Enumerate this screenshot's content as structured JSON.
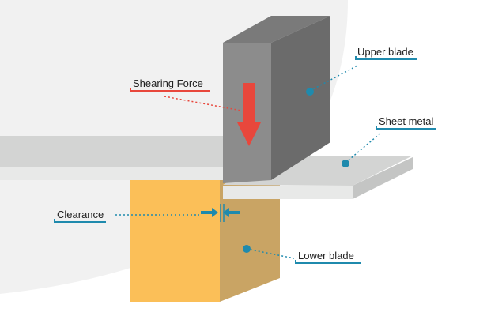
{
  "labels": {
    "shearing_force": "Shearing Force",
    "upper_blade": "Upper blade",
    "sheet_metal": "Sheet metal",
    "clearance": "Clearance",
    "lower_blade": "Lower blade"
  },
  "colors": {
    "accent_red": "#e8473c",
    "accent_blue": "#1f8aad",
    "upper_blade_front": "#8c8c8c",
    "upper_blade_side": "#6b6b6b",
    "upper_blade_top": "#7a7a7a",
    "sheet_top": "#d3d4d3",
    "sheet_front": "#e8e9e8",
    "lower_blade_front": "#fbbf58",
    "lower_blade_side": "#c9a464",
    "background_curve": "#f1f1f1"
  },
  "icons": [
    "force-arrow-icon",
    "clearance-arrows-icon"
  ]
}
